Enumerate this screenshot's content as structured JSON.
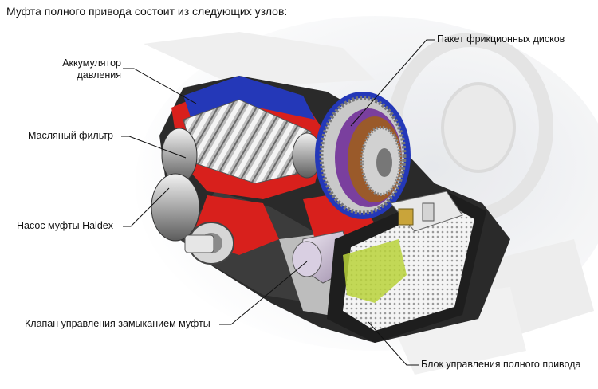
{
  "title": "Муфта полного привода состоит из следующих узлов:",
  "labels": {
    "accumulator_line1": "Аккумулятор",
    "accumulator_line2": "давления",
    "oil_filter": "Масляный фильтр",
    "pump": "Насос муфты Haldex",
    "valve": "Клапан управления замыканием муфты",
    "clutch_pack": "Пакет фрикционных дисков",
    "control_unit": "Блок управления полного привода"
  },
  "colors": {
    "housing_red": "#d8201c",
    "housing_blue": "#2438b8",
    "friction_purple": "#7a3f9e",
    "friction_brown": "#9a5a2a",
    "board_green": "#b8d23a"
  }
}
